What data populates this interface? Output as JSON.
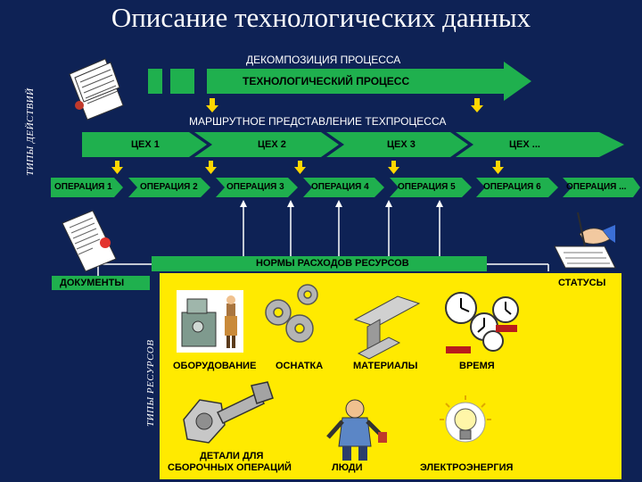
{
  "title": "Описание технологических данных",
  "side_label_top": "ТИПЫ ДЕЙСТВИЙ",
  "side_label_resources": "ТИПЫ РЕСУРСОВ",
  "decomposition_label": "ДЕКОМПОЗИЦИЯ ПРОЦЕССА",
  "process_label": "ТЕХНОЛОГИЧЕСКИЙ ПРОЦЕСС",
  "route_label": "МАРШРУТНОЕ ПРЕДСТАВЛЕНИЕ ТЕХПРОЦЕССА",
  "workshops": [
    "ЦЕХ 1",
    "ЦЕХ 2",
    "ЦЕХ 3",
    "ЦЕХ ..."
  ],
  "operations": [
    "ОПЕРАЦИЯ 1",
    "ОПЕРАЦИЯ 2",
    "ОПЕРАЦИЯ 3",
    "ОПЕРАЦИЯ 4",
    "ОПЕРАЦИЯ 5",
    "ОПЕРАЦИЯ 6",
    "ОПЕРАЦИЯ ..."
  ],
  "norms_label": "НОРМЫ РАСХОДОВ РЕСУРСОВ",
  "documents_label": "ДОКУМЕНТЫ",
  "statuses_label": "СТАТУСЫ",
  "resources": {
    "equipment": "ОБОРУДОВАНИЕ",
    "tooling": "ОСНАТКА",
    "materials": "МАТЕРИАЛЫ",
    "time": "ВРЕМЯ",
    "parts_line1": "ДЕТАЛИ ДЛЯ",
    "parts_line2": "СБОРОЧНЫХ ОПЕРАЦИЙ",
    "people": "ЛЮДИ",
    "energy": "ЭЛЕКТРОЭНЕРГИЯ"
  },
  "colors": {
    "background": "#0e2255",
    "green": "#1fb04e",
    "yellow": "#ffea00",
    "arrow": "#ffd700"
  }
}
